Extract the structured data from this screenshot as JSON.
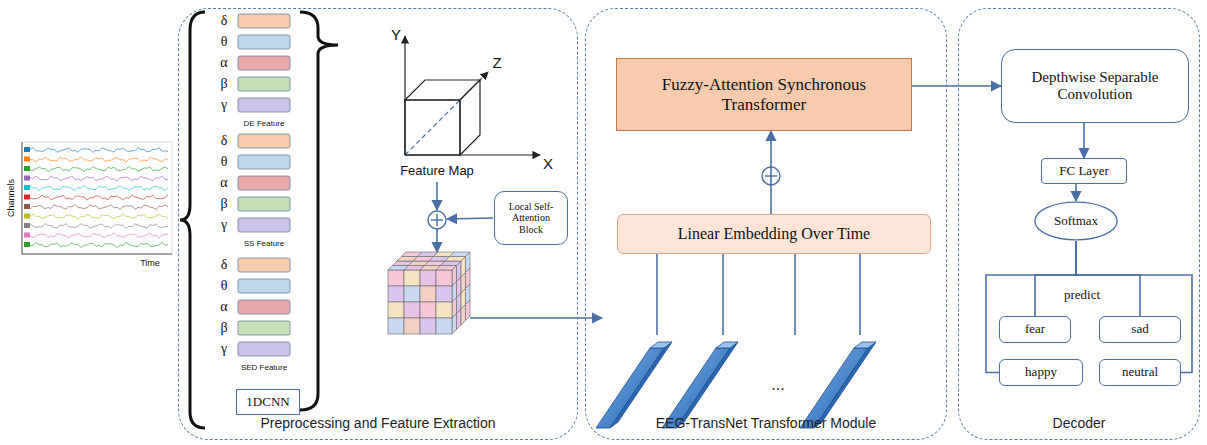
{
  "diagram": {
    "nodes": [
      {
        "text": [
          "Preprocessing and Feature Extraction"
        ]
      },
      {
        "text": [
          "1DCNN"
        ],
        "in": 0
      },
      {
        "text": [
          "Local Self-Attention Block"
        ],
        "in": 0
      },
      {
        "text": [
          "EEG-TransNet Transformer Module"
        ]
      },
      {
        "text": [
          "Fuzzy-Attention Synchronous Transformer"
        ],
        "in": 3
      },
      {
        "text": [
          "Linear Embedding Over Time"
        ],
        "in": 3
      },
      {
        "text": [
          "Decoder"
        ]
      },
      {
        "text": [
          "Depthwise Separable Convolution"
        ],
        "in": 6
      },
      {
        "text": [
          "FC Layer"
        ],
        "in": 6
      },
      {
        "text": [
          "Softmax"
        ],
        "in": 6
      },
      {
        "text": [
          "fear"
        ],
        "in": 6
      },
      {
        "text": [
          "sad"
        ],
        "in": 6
      },
      {
        "text": [
          "happy"
        ],
        "in": 6
      },
      {
        "text": [
          "neutral"
        ],
        "in": 6
      }
    ],
    "edges": [
      {
        "from": 5,
        "to": 4,
        "arrow": "to"
      },
      {
        "from": 4,
        "to": 7,
        "arrow": "to"
      },
      {
        "from": 7,
        "to": 8,
        "arrow": "to"
      },
      {
        "from": 8,
        "to": 9,
        "arrow": "to"
      },
      {
        "from": 9,
        "to": 10,
        "arrow": "none"
      },
      {
        "from": 9,
        "to": 11,
        "arrow": "none"
      },
      {
        "from": 9,
        "to": 12,
        "arrow": "none"
      },
      {
        "from": 9,
        "to": 13,
        "arrow": "none"
      }
    ],
    "labels": [
      "Channels",
      "Time",
      "δ",
      "θ",
      "α",
      "β",
      "γ",
      "DE Feature",
      "δ",
      "θ",
      "α",
      "β",
      "γ",
      "SS Feature",
      "δ",
      "θ",
      "α",
      "β",
      "γ",
      "SED Feature",
      "Y",
      "Z",
      "X",
      "Feature Map",
      "...",
      "predict"
    ]
  }
}
